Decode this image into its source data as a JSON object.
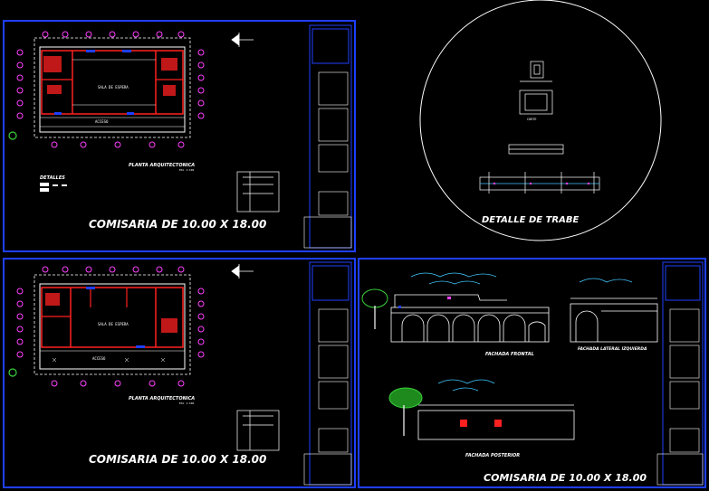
{
  "colors": {
    "background": "#000000",
    "sheet_border": "#1f3fff",
    "wall_red": "#ff2020",
    "column_magenta": "#ff40ff",
    "white": "#ffffff",
    "cyan": "#40c8ff",
    "green": "#3ad23a"
  },
  "sheets": {
    "top_left": {
      "title": "COMISARIA DE 10.00 X 18.00",
      "plan_caption": "PLANTA ARQUITECTONICA",
      "scale_caption": "ESC 1:100",
      "details_label": "DETALLES"
    },
    "bottom_left": {
      "title": "COMISARIA DE 10.00 X 18.00",
      "plan_caption": "PLANTA ARQUITECTONICA",
      "scale_caption": "ESC 1:100"
    },
    "bottom_right": {
      "title": "COMISARIA DE 10.00 X 18.00",
      "front_caption": "FACHADA FRONTAL",
      "side_caption": "FACHADA LATERAL IZQUIERDA",
      "rear_caption": "FACHADA POSTERIOR"
    },
    "detail": {
      "title": "DETALLE DE TRABE"
    }
  }
}
